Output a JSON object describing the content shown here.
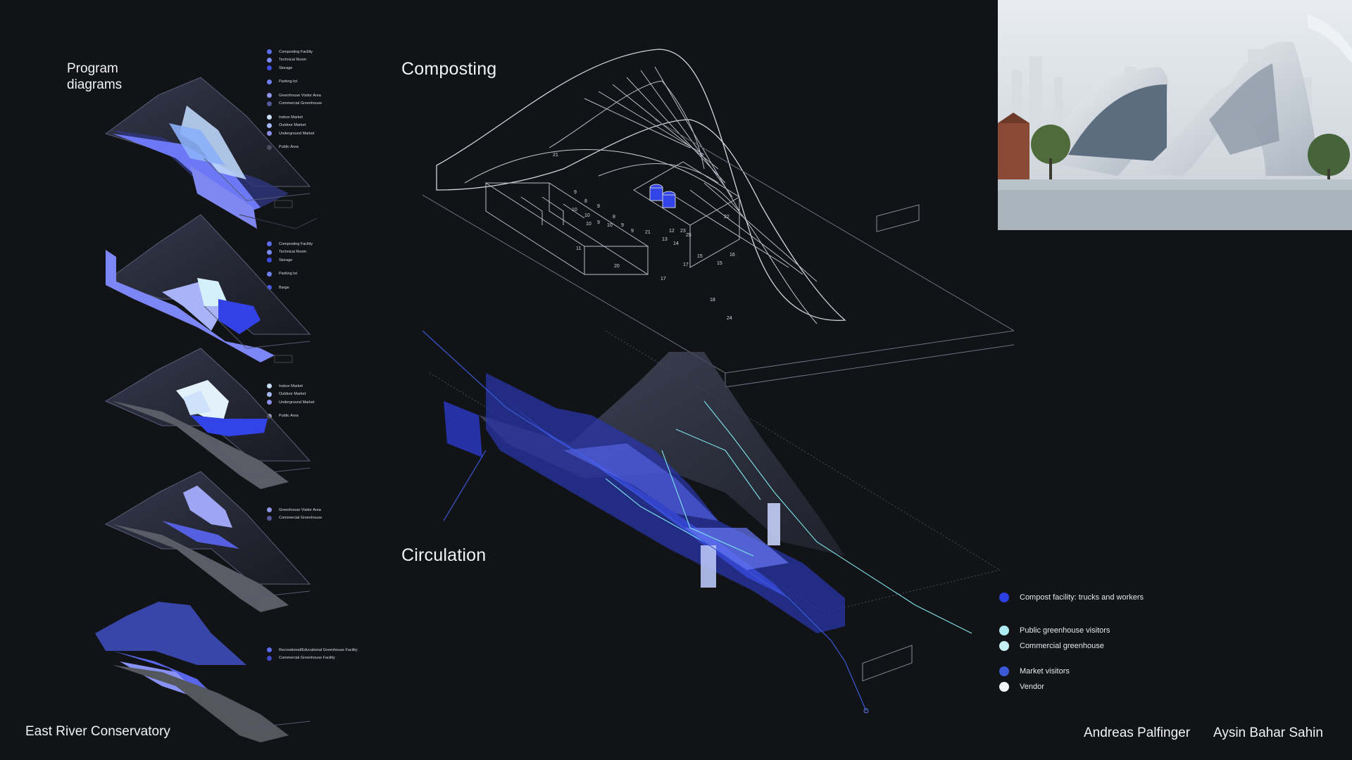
{
  "program": {
    "title": "Program diagrams",
    "legends": [
      [
        {
          "label": "Composting Facility",
          "color": "#5b6df0"
        },
        {
          "label": "Technical Room",
          "color": "#7a8cf5"
        },
        {
          "label": "Storage",
          "color": "#3c4fe0"
        },
        {
          "label": "Parking lot",
          "color": "#6f7ff0",
          "gap": true
        },
        {
          "label": "Greenhouse Visitor Area",
          "color": "#8e97e8",
          "gap": true
        },
        {
          "label": "Commercial Greenhouse",
          "color": "#545a9a"
        },
        {
          "label": "Indoor Market",
          "color": "#c7ddf6",
          "gap": true
        },
        {
          "label": "Outdoor Market",
          "color": "#a7b6f5"
        },
        {
          "label": "Underground Market",
          "color": "#8a8fe8"
        },
        {
          "label": "Public Area",
          "color": "#9b9fb8",
          "gap": true
        }
      ],
      [
        {
          "label": "Composting Facility",
          "color": "#5b6df0"
        },
        {
          "label": "Technical Room",
          "color": "#7a8cf5"
        },
        {
          "label": "Storage",
          "color": "#3c4fe0"
        },
        {
          "label": "Parking lot",
          "color": "#6f7ff0",
          "gap": true
        },
        {
          "label": "Barge",
          "color": "#4a5be8",
          "gap": true
        }
      ],
      [
        {
          "label": "Indoor Market",
          "color": "#c7ddf6"
        },
        {
          "label": "Outdoor Market",
          "color": "#a7b6f5"
        },
        {
          "label": "Underground Market",
          "color": "#8a8fe8"
        },
        {
          "label": "Public Area",
          "color": "#9b9fb8",
          "gap": true
        }
      ],
      [
        {
          "label": "Greenhouse Visitor Area",
          "color": "#8e97e8"
        },
        {
          "label": "Commercial Greenhouse",
          "color": "#545a9a"
        }
      ],
      [
        {
          "label": "Recreational/Educational Greenhouse Facility",
          "color": "#5b6df0"
        },
        {
          "label": "Commercial Greenhouse Facility",
          "color": "#3f4bc8"
        }
      ]
    ]
  },
  "composting": {
    "title": "Composting",
    "labels": [
      "21",
      "9",
      "8",
      "9",
      "10",
      "10",
      "9",
      "10",
      "10",
      "8",
      "9",
      "9",
      "22",
      "11",
      "20",
      "17",
      "17",
      "21",
      "25",
      "23",
      "15",
      "16",
      "18",
      "24",
      "12",
      "13",
      "14",
      "15"
    ]
  },
  "circulation": {
    "title": "Circulation",
    "legend": [
      {
        "label": "Compost facility: trucks and workers",
        "color": "#2c3fe0"
      },
      {
        "label": "Public greenhouse visitors",
        "color": "#aeeaf4"
      },
      {
        "label": "Commercial greenhouse",
        "color": "#c8eef5"
      },
      {
        "label": "Market visitors",
        "color": "#3a59d6"
      },
      {
        "label": "Vendor",
        "color": "#f4f6f8"
      }
    ]
  },
  "footer": {
    "project": "East River Conservatory",
    "author1": "Andreas Palfinger",
    "author2": "Aysin Bahar Sahin"
  }
}
